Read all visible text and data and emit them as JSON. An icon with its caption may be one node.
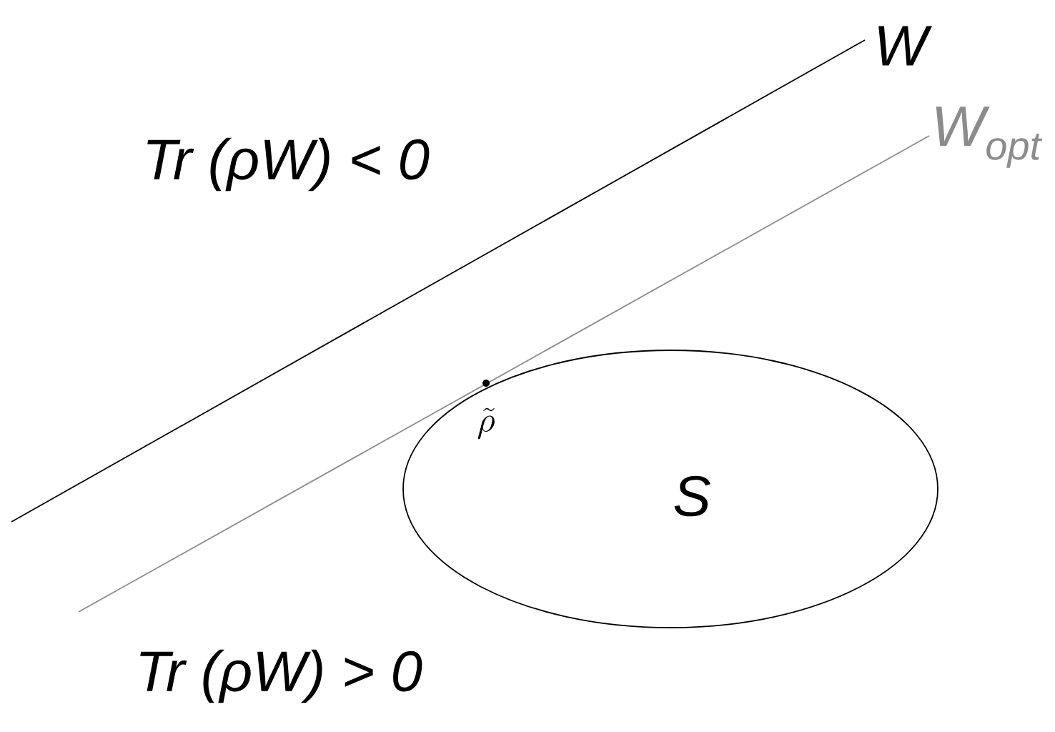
{
  "diagram": {
    "nodes": [
      {
        "text": [
          "S"
        ]
      }
    ],
    "labels": [
      "W",
      "W$_{opt}$",
      "Tr (ρW) < 0",
      "Tr (ρW) > 0",
      "\\tilde{\\rho}"
    ]
  }
}
